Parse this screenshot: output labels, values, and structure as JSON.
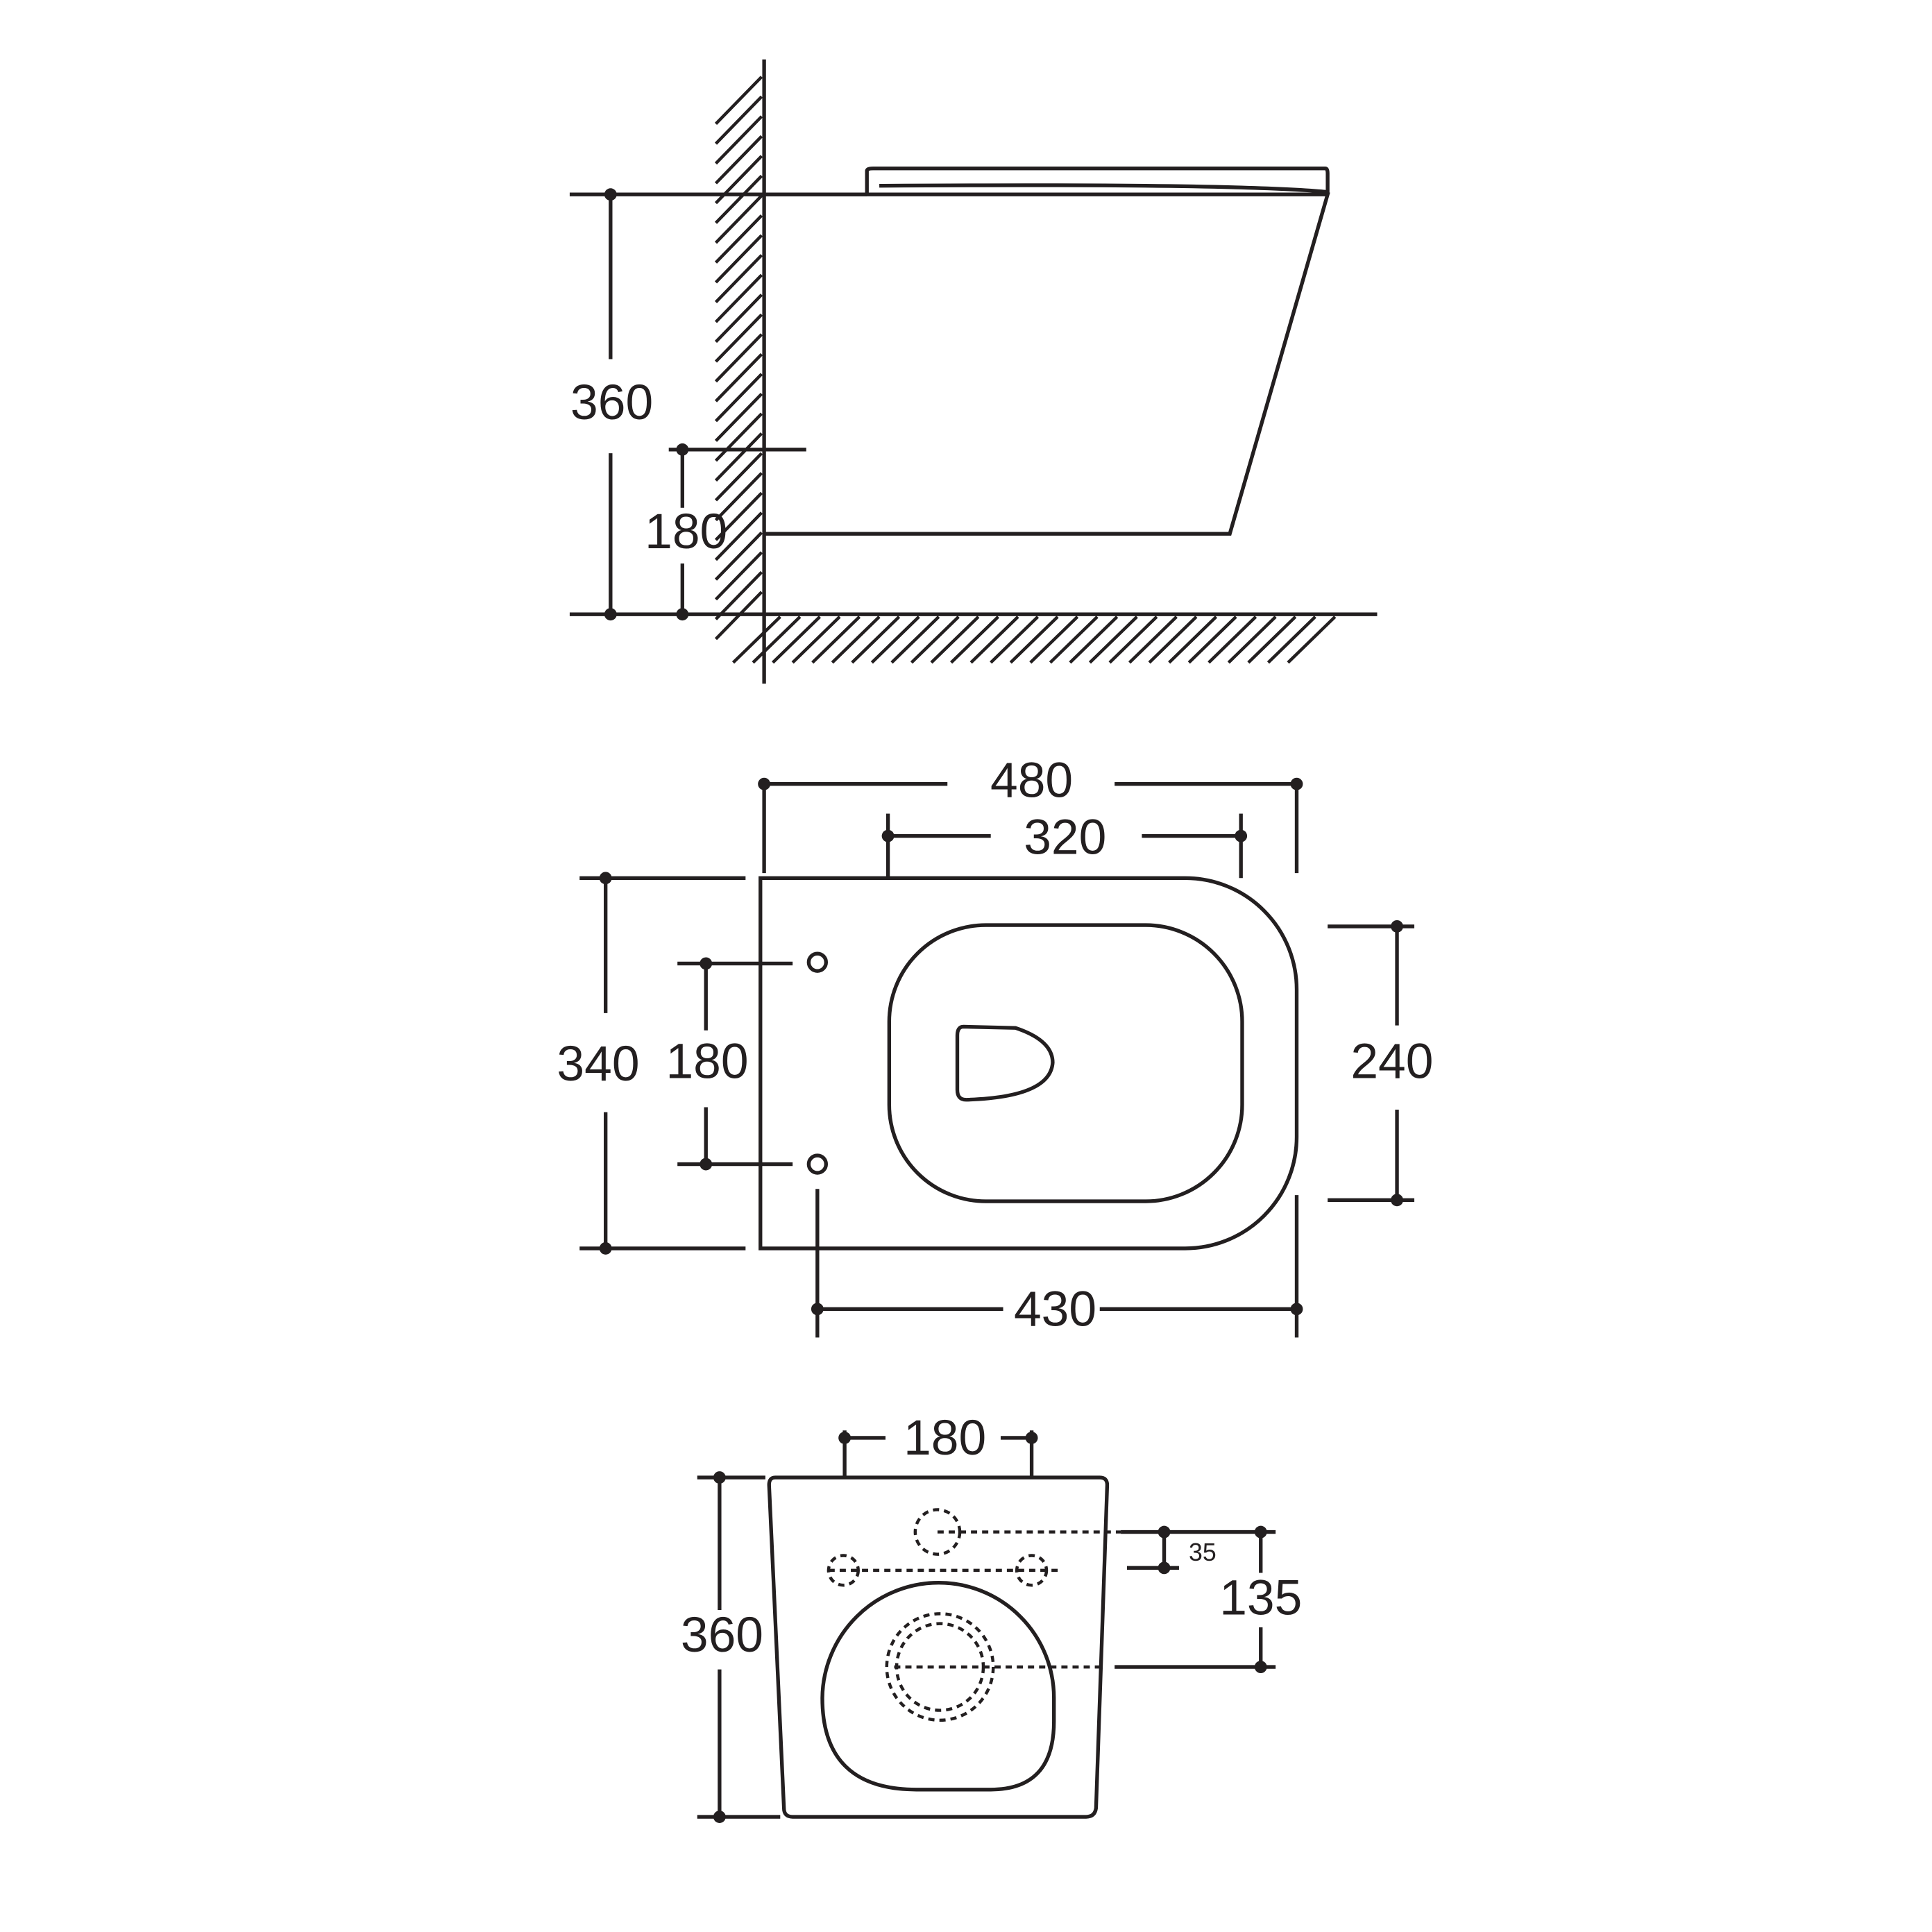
{
  "side_view": {
    "height_label": "360",
    "outlet_height_label": "180"
  },
  "top_view": {
    "total_length_label": "480",
    "seat_length_label": "320",
    "width_label": "340",
    "bolt_spacing_label": "180",
    "bowl_width_label": "240",
    "bolt_to_front_label": "430"
  },
  "rear_view": {
    "bolt_spacing_label": "180",
    "height_label": "360",
    "inlet_offset_label": "35",
    "outlet_offset_label": "135"
  },
  "colors": {
    "line": "#231f20",
    "background": "#ffffff"
  }
}
